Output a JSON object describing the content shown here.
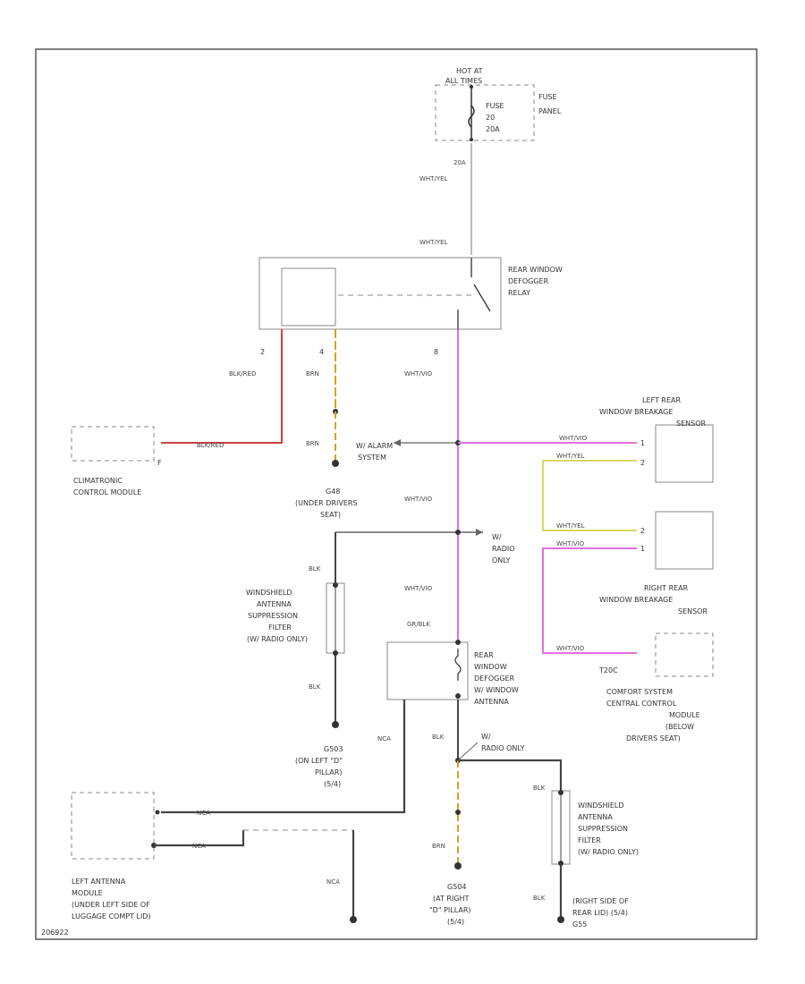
{
  "colors": {
    "frame": "#555555",
    "wire_gray": "#999999",
    "wire_dark": "#444444",
    "wire_red": "#d04040",
    "wire_orange": "#d9a020",
    "wire_pink": "#e070e0",
    "wire_yellow": "#d8d860",
    "box": "#888888"
  },
  "labels": {
    "hot_at": "HOT AT",
    "all_times": "ALL TIMES",
    "fuse_panel_1": "FUSE",
    "fuse_panel_2": "PANEL",
    "fuse_1": "FUSE",
    "fuse_2": "20",
    "fuse_3": "20A",
    "fuse_wire_amp": "20A",
    "wire_wht_yel_1": "WHT/YEL",
    "wire_wht_yel_2": "WHT/YEL",
    "relay_1": "REAR WINDOW",
    "relay_2": "DEFOGGER",
    "relay_3": "RELAY",
    "pin_2": "2",
    "pin_4": "4",
    "pin_8": "8",
    "wire_blk_red_1": "BLK/RED",
    "wire_brn_1": "BRN",
    "wire_wht_vio_1": "WHT/VIO",
    "wire_blk_red_2": "BLK/RED",
    "pin_f": "F",
    "climatronic_1": "CLIMATRONIC",
    "climatronic_2": "CONTROL MODULE",
    "wire_brn_2": "BRN",
    "alarm_1": "W/ ALARM",
    "alarm_2": "SYSTEM",
    "wire_wht_vio_2": "WHT/VIO",
    "left_sensor_1": "LEFT REAR",
    "left_sensor_2": "WINDOW BREAKAGE",
    "left_sensor_3": "SENSOR",
    "wire_wht_yel_3": "WHT/YEL",
    "pin_1a": "1",
    "pin_2a": "2",
    "wire_wht_vio_3": "WHT/VIO",
    "g_under_1": "G48",
    "g_under_2": "(UNDER DRIVERS",
    "g_under_3": "SEAT)",
    "radio_1": "W/",
    "radio_2": "RADIO",
    "radio_3": "ONLY",
    "wire_wht_yel_4": "WHT/YEL",
    "wire_wht_vio_4": "WHT/VIO",
    "pin_2b": "2",
    "pin_1b": "1",
    "right_sensor_1": "RIGHT REAR",
    "right_sensor_2": "WINDOW BREAKAGE",
    "right_sensor_3": "SENSOR",
    "wire_blk_1": "BLK",
    "ws_filter_1": "WINDSHIELD",
    "ws_filter_2": "ANTENNA",
    "ws_filter_3": "SUPPRESSION",
    "ws_filter_4": "FILTER",
    "ws_filter_5": "(W/ RADIO ONLY)",
    "wire_wht_vio_5": "WHT/VIO",
    "wire_gr_blk": "GR/BLK",
    "defogger_1": "REAR",
    "defogger_2": "WINDOW",
    "defogger_3": "DEFOGGER",
    "defogger_4": "W/ WINDOW",
    "defogger_5": "ANTENNA",
    "wire_wht_vio_6": "WHT/VIO",
    "pin_t": "T20C",
    "comfort_1": "COMFORT SYSTEM",
    "comfort_2": "CENTRAL CONTROL",
    "comfort_3": "MODULE",
    "comfort_4": "(BELOW",
    "comfort_5": "DRIVERS SEAT)",
    "wire_blk_2": "BLK",
    "wire_nca_1": "NCA",
    "wire_blk_3": "BLK",
    "radio_only_2a": "W/",
    "radio_only_2b": "RADIO ONLY",
    "g_left_1": "G503",
    "g_left_2": "(ON LEFT \"D\"",
    "g_left_3": "PILLAR)",
    "g_left_4": "(5/4)",
    "wire_nca_2": "NCA",
    "wire_nca_3": "NCA",
    "wire_blk_4": "BLK",
    "ws_filter2_1": "WINDSHIELD",
    "ws_filter2_2": "ANTENNA",
    "ws_filter2_3": "SUPPRESSION",
    "ws_filter2_4": "FILTER",
    "ws_filter2_5": "(W/ RADIO ONLY)",
    "wire_brn_3": "BRN",
    "wire_nca_4": "NCA",
    "wire_blk_5": "BLK",
    "left_ant_1": "LEFT ANTENNA",
    "left_ant_2": "MODULE",
    "left_ant_3": "(UNDER LEFT SIDE OF",
    "left_ant_4": "LUGGAGE COMPT LID)",
    "g_right_1": "G504",
    "g_right_2": "(AT RIGHT",
    "g_right_3": "\"D\" PILLAR)",
    "g_right_4": "(5/4)",
    "right_lid_1": "(RIGHT SIDE OF",
    "right_lid_2": "REAR LID) (5/4)",
    "right_lid_3": "G55",
    "footer_code": "206922"
  }
}
